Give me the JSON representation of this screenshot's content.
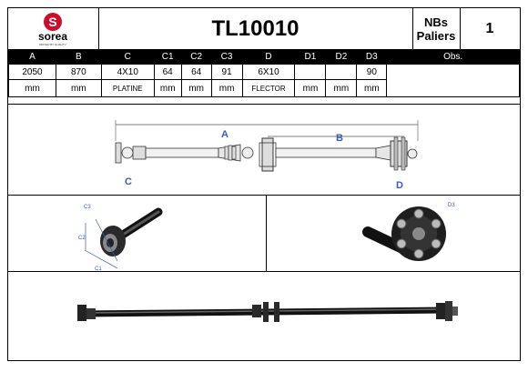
{
  "header": {
    "brand": "sorea",
    "brand_tagline": "DRIVEN BY QUALITY",
    "reference": "TL10010",
    "nbs_label_1": "NBs",
    "nbs_label_2": "Paliers",
    "nbs_value": "1"
  },
  "dimensions": {
    "headers": [
      "A",
      "B",
      "C",
      "C1",
      "C2",
      "C3",
      "D",
      "D1",
      "D2",
      "D3",
      "Obs."
    ],
    "values": [
      "2050",
      "870",
      "4X10",
      "64",
      "64",
      "91",
      "6X10",
      "",
      "",
      "90",
      ""
    ],
    "notes": [
      "",
      "",
      "PLATINE",
      "",
      "",
      "",
      "FLECTOR",
      "",
      "",
      "",
      ""
    ],
    "units": [
      "mm",
      "mm",
      "",
      "mm",
      "mm",
      "mm",
      "",
      "mm",
      "mm",
      "mm",
      ""
    ]
  },
  "diagram_labels": {
    "a": "A",
    "b": "B",
    "c": "C",
    "d": "D",
    "c1": "C1",
    "c2": "C2",
    "c3": "C3",
    "d3": "D3"
  },
  "colors": {
    "brand_red": "#c8102e",
    "label_blue": "#3a5bbf",
    "header_black": "#000000"
  }
}
